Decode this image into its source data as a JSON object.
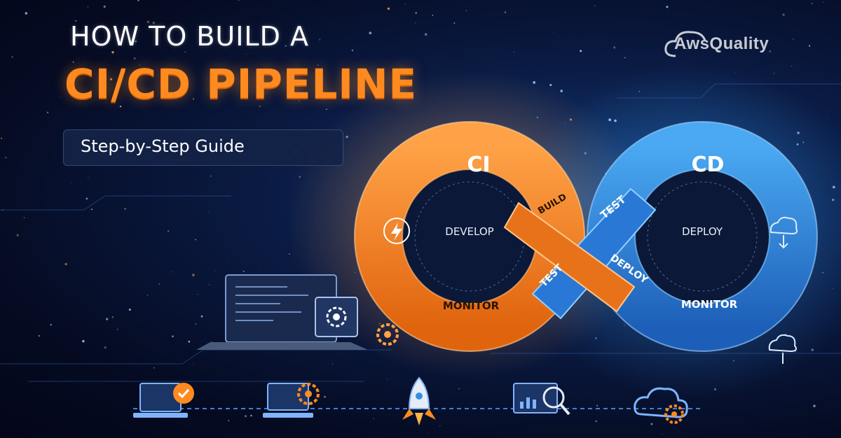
{
  "header": {
    "title_line1": "HOW TO BUILD A",
    "title_line2": "CI/CD PIPELINE",
    "subtitle": "Step-by-Step Guide"
  },
  "brand": {
    "logo_text": "AwsQuality"
  },
  "loop": {
    "ci": {
      "title": "CI",
      "center": "DEVELOP",
      "segment_top": "BUILD",
      "segment_bottom": "MONITOR",
      "icon": "lightning-icon",
      "color": "#ff8a1f"
    },
    "cd": {
      "title": "CD",
      "center": "DEPLOY",
      "segment_top": "TEST",
      "segment_bottom": "MONITOR",
      "segment_cross_lower": "DEPLOY",
      "icon": "cloud-download-icon",
      "color": "#2f8fe6"
    },
    "crossing_label": "TEST"
  },
  "bottom_icons": [
    "laptop-check-icon",
    "monitor-gear-icon",
    "rocket-icon",
    "monitor-search-icon",
    "cloud-gear-icon"
  ],
  "colors": {
    "accent_orange": "#ff8a1f",
    "accent_blue": "#2f8fe6",
    "background": "#050b22"
  }
}
